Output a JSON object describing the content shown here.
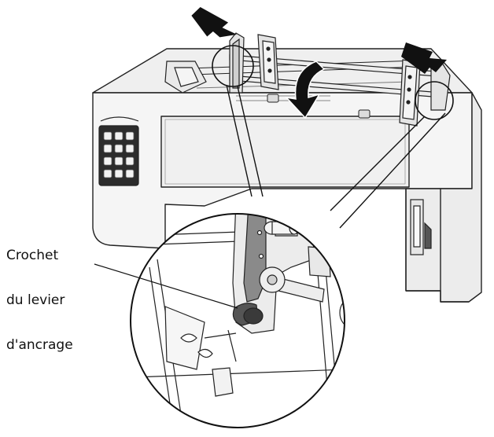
{
  "callout": {
    "line1": "Crochet",
    "line2": "du levier",
    "line3": "d'ancrage"
  },
  "colors": {
    "outline": "#222222",
    "body_fill": "#f4f4f4",
    "body_grey": "#e2e2e2",
    "panel_dark": "#2c2c2c",
    "lever_grey": "#8a8a8a"
  }
}
